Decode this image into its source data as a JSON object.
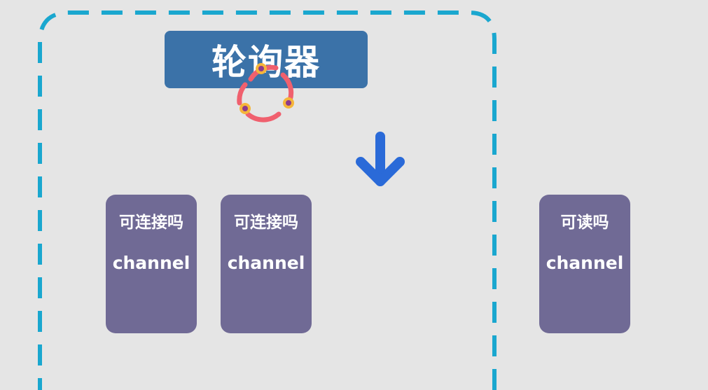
{
  "selector": {
    "label": "轮询器"
  },
  "channels": [
    {
      "question": "可连接吗",
      "name": "channel"
    },
    {
      "question": "可连接吗",
      "name": "channel"
    },
    {
      "question": "可读吗",
      "name": "channel"
    }
  ],
  "colors": {
    "background": "#e5e5e5",
    "frame_dash": "#1aa7cf",
    "selector_fill": "#3b72a8",
    "channel_fill": "#706a95",
    "arrow": "#2a6ad8",
    "spinner_ring": "#f0606e",
    "spinner_dot_outer": "#f5b53a",
    "spinner_dot_inner": "#8d3a8c"
  }
}
